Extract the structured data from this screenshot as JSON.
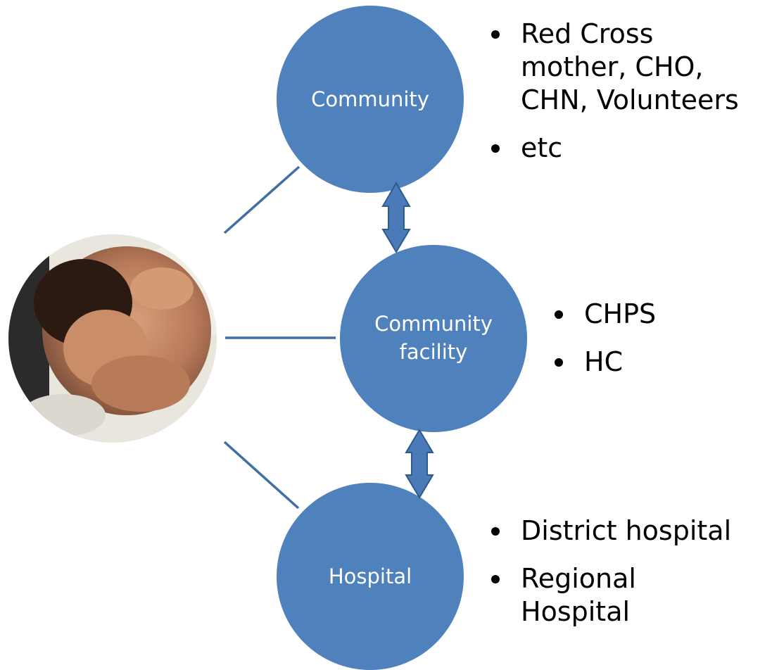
{
  "colors": {
    "node_fill": "#4f81bd",
    "connector": "#3f6fa5",
    "arrow_fill": "#4a7ab8",
    "arrow_stroke": "#2f5a8c",
    "text": "#000000"
  },
  "nodes": {
    "community": {
      "label": [
        "Community"
      ]
    },
    "facility": {
      "label": [
        "Community",
        "facility"
      ]
    },
    "hospital": {
      "label": [
        "Hospital"
      ]
    }
  },
  "lists": {
    "community": [
      [
        "Red Cross",
        "mother, CHO,",
        "CHN, Volunteers"
      ],
      [
        "etc"
      ]
    ],
    "facility": [
      [
        "CHPS"
      ],
      [
        "HC"
      ]
    ],
    "hospital": [
      [
        "District hospital"
      ],
      [
        "Regional",
        "Hospital"
      ]
    ]
  },
  "photo": {
    "icon": "newborn-baby-photo"
  }
}
